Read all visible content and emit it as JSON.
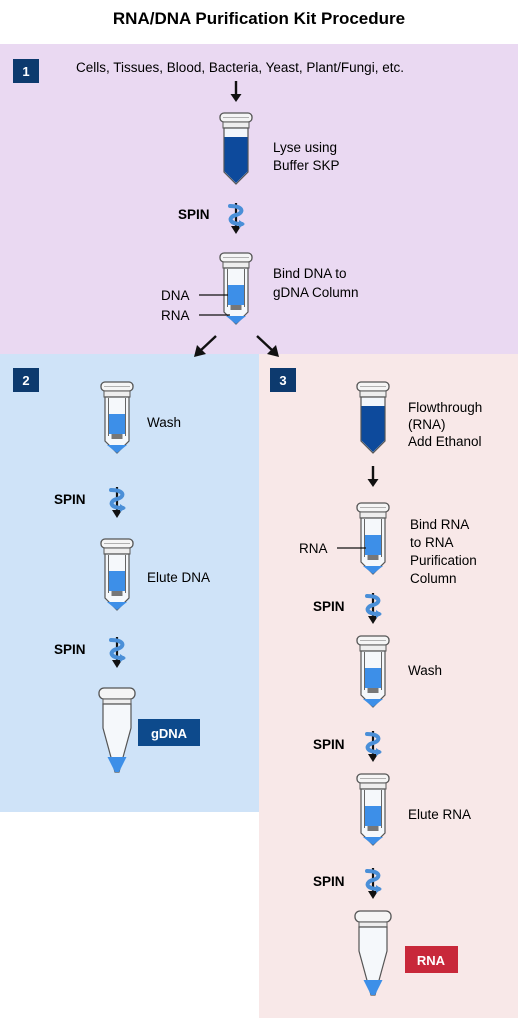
{
  "title": "RNA/DNA Purification Kit Procedure",
  "colors": {
    "section1_bg": "#ead9f2",
    "section2_bg": "#cfe3f8",
    "section3_bg": "#f8e8e8",
    "step_badge": "#0d3a6e",
    "gdna_badge": "#0d4a8c",
    "rna_badge": "#c8283a",
    "liquid_dark": "#0d4a9c",
    "liquid_light": "#3d8fe8"
  },
  "step1": {
    "number": "1",
    "source": "Cells, Tissues, Blood, Bacteria, Yeast, Plant/Fungi, etc.",
    "lyse": [
      "Lyse using",
      "Buffer SKP"
    ],
    "spin": "SPIN",
    "bind": [
      "Bind DNA to",
      "gDNA Column"
    ],
    "dna_label": "DNA",
    "rna_label": "RNA"
  },
  "step2": {
    "number": "2",
    "wash": "Wash",
    "spin1": "SPIN",
    "elute": "Elute DNA",
    "spin2": "SPIN",
    "product": "gDNA"
  },
  "step3": {
    "number": "3",
    "flowthrough": [
      "Flowthrough",
      "(RNA)",
      "Add Ethanol"
    ],
    "rna_label": "RNA",
    "bind": [
      "Bind RNA",
      "to RNA",
      "Purification",
      "Column"
    ],
    "spin1": "SPIN",
    "wash": "Wash",
    "spin2": "SPIN",
    "elute": "Elute RNA",
    "spin3": "SPIN",
    "product": "RNA"
  }
}
